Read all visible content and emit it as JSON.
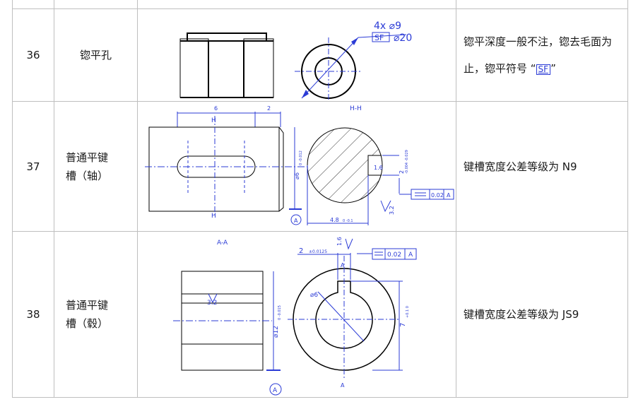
{
  "rows": [
    {
      "number": "36",
      "name": "锪平孔",
      "note_text": "锪平深度一般不注，锪去毛面为止，锪平符号 “",
      "note_symbol": "SF",
      "note_end": "”",
      "dims": {
        "count_dia": "4x ⌀9",
        "sf": "SF",
        "sf_dia": "⌀20"
      }
    },
    {
      "number": "37",
      "name_line1": "普通平键",
      "name_line2": "槽（轴）",
      "note": "键槽宽度公差等级为 N9",
      "dims": {
        "len1": "6",
        "len2": "2",
        "section": "H-H",
        "mark_h": "H",
        "dia": "⌀6",
        "dia_tol": "0 -0.012",
        "width_label": "2",
        "width_tol": "-0.004 -0.029",
        "rough1": "1.6",
        "rough2": "3.2",
        "geo_tol": "0.02",
        "datum": "A",
        "depth": "4.8",
        "depth_tol": "0 -0.1"
      }
    },
    {
      "number": "38",
      "name_line1": "普通平键",
      "name_line2": "槽（毂）",
      "note": "键槽宽度公差等级为 JS9",
      "dims": {
        "section": "A-A",
        "rough_side": "3.2",
        "dia": "⌀12",
        "dia_tol": "0 -0.015",
        "width": "2",
        "width_tol": "±0.0125",
        "rough_top": "1.6",
        "geo_tol": "0.02",
        "datum": "A",
        "bore": "⌀6",
        "depth": "7",
        "depth_tol": "+0.1 0",
        "mark_a": "A"
      }
    }
  ]
}
